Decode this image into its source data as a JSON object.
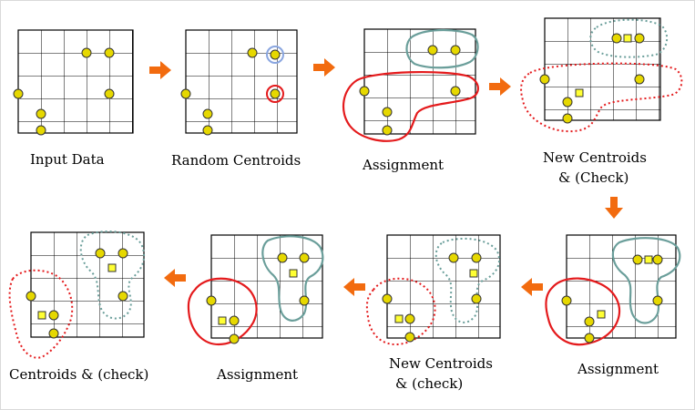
{
  "colors": {
    "background": "#ffffff",
    "border": "#d9d9d9",
    "grid": "#000000",
    "point_fill": "#e6d800",
    "point_stroke": "#333333",
    "centroid_fill": "#ffff33",
    "arrow": "#f26b0f",
    "cluster_red": "#e41a1c",
    "cluster_teal": "#6a9e9a",
    "centroid_ring_blue": "#8aa6e0",
    "centroid_ring_red": "#e41a1c"
  },
  "labels": {
    "p1": "Input Data",
    "p2": "Random Centroids",
    "p3": "Assignment",
    "p4_line1": "New Centroids",
    "p4_line2": "& (Check)",
    "p5": "Assignment",
    "p6_line1": "New Centroids",
    "p6_line2": "& (check)",
    "p7": "Assignment",
    "p8": "Centroids & (check)"
  },
  "icons": {
    "arrow": "right-arrow-icon",
    "data_point": "circle-point-icon",
    "centroid": "square-centroid-icon"
  }
}
